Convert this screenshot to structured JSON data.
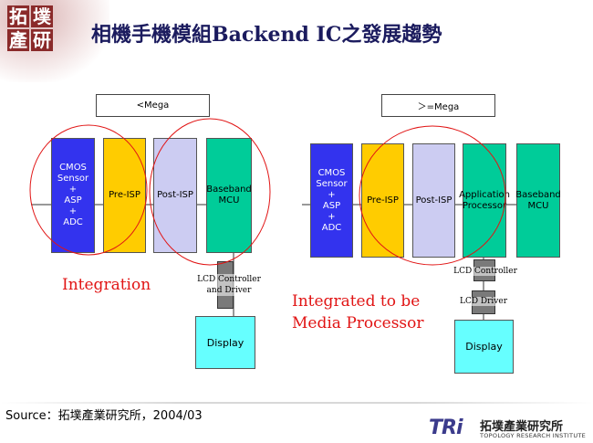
{
  "title": "相機手機模組Backend IC之發展趨勢",
  "logo": {
    "chars": [
      "拓",
      "墣",
      "產",
      "研"
    ]
  },
  "left_diagram": {
    "header": "<Mega",
    "blocks": {
      "cmos": [
        "CMOS",
        "Sensor",
        "+",
        "ASP",
        "+",
        "ADC"
      ],
      "pre_isp": "Pre-ISP",
      "post_isp": "Post-ISP",
      "baseband": [
        "Baseband",
        "MCU"
      ]
    },
    "lcd_label": [
      "LCD Controller",
      "and Driver"
    ],
    "display": "Display",
    "annotation": "Integration"
  },
  "right_diagram": {
    "header": "＞=Mega",
    "blocks": {
      "cmos": [
        "CMOS",
        "Sensor",
        "+",
        "ASP",
        "+",
        "ADC"
      ],
      "pre_isp": "Pre-ISP",
      "post_isp": "Post-ISP",
      "app_proc": [
        "Application",
        "Processor"
      ],
      "baseband": [
        "Baseband",
        "MCU"
      ]
    },
    "lcd_controller": "LCD Controller",
    "lcd_driver": "LCD Driver",
    "display": "Display",
    "annotation": [
      "Integrated to be",
      "Media Processor"
    ]
  },
  "source": "Source：拓墣產業研究所，2004/03",
  "footer_logo": {
    "mark": "TRi",
    "name": "拓墣產業研究所",
    "subtitle": "TOPOLOGY RESEARCH INSTITUTE"
  },
  "colors": {
    "blue": "#3333ee",
    "yellow": "#ffcc00",
    "lavender": "#ccccf2",
    "green": "#00cc99",
    "cyan": "#66ffff",
    "red": "#e11414",
    "title": "#1b1b5e"
  }
}
